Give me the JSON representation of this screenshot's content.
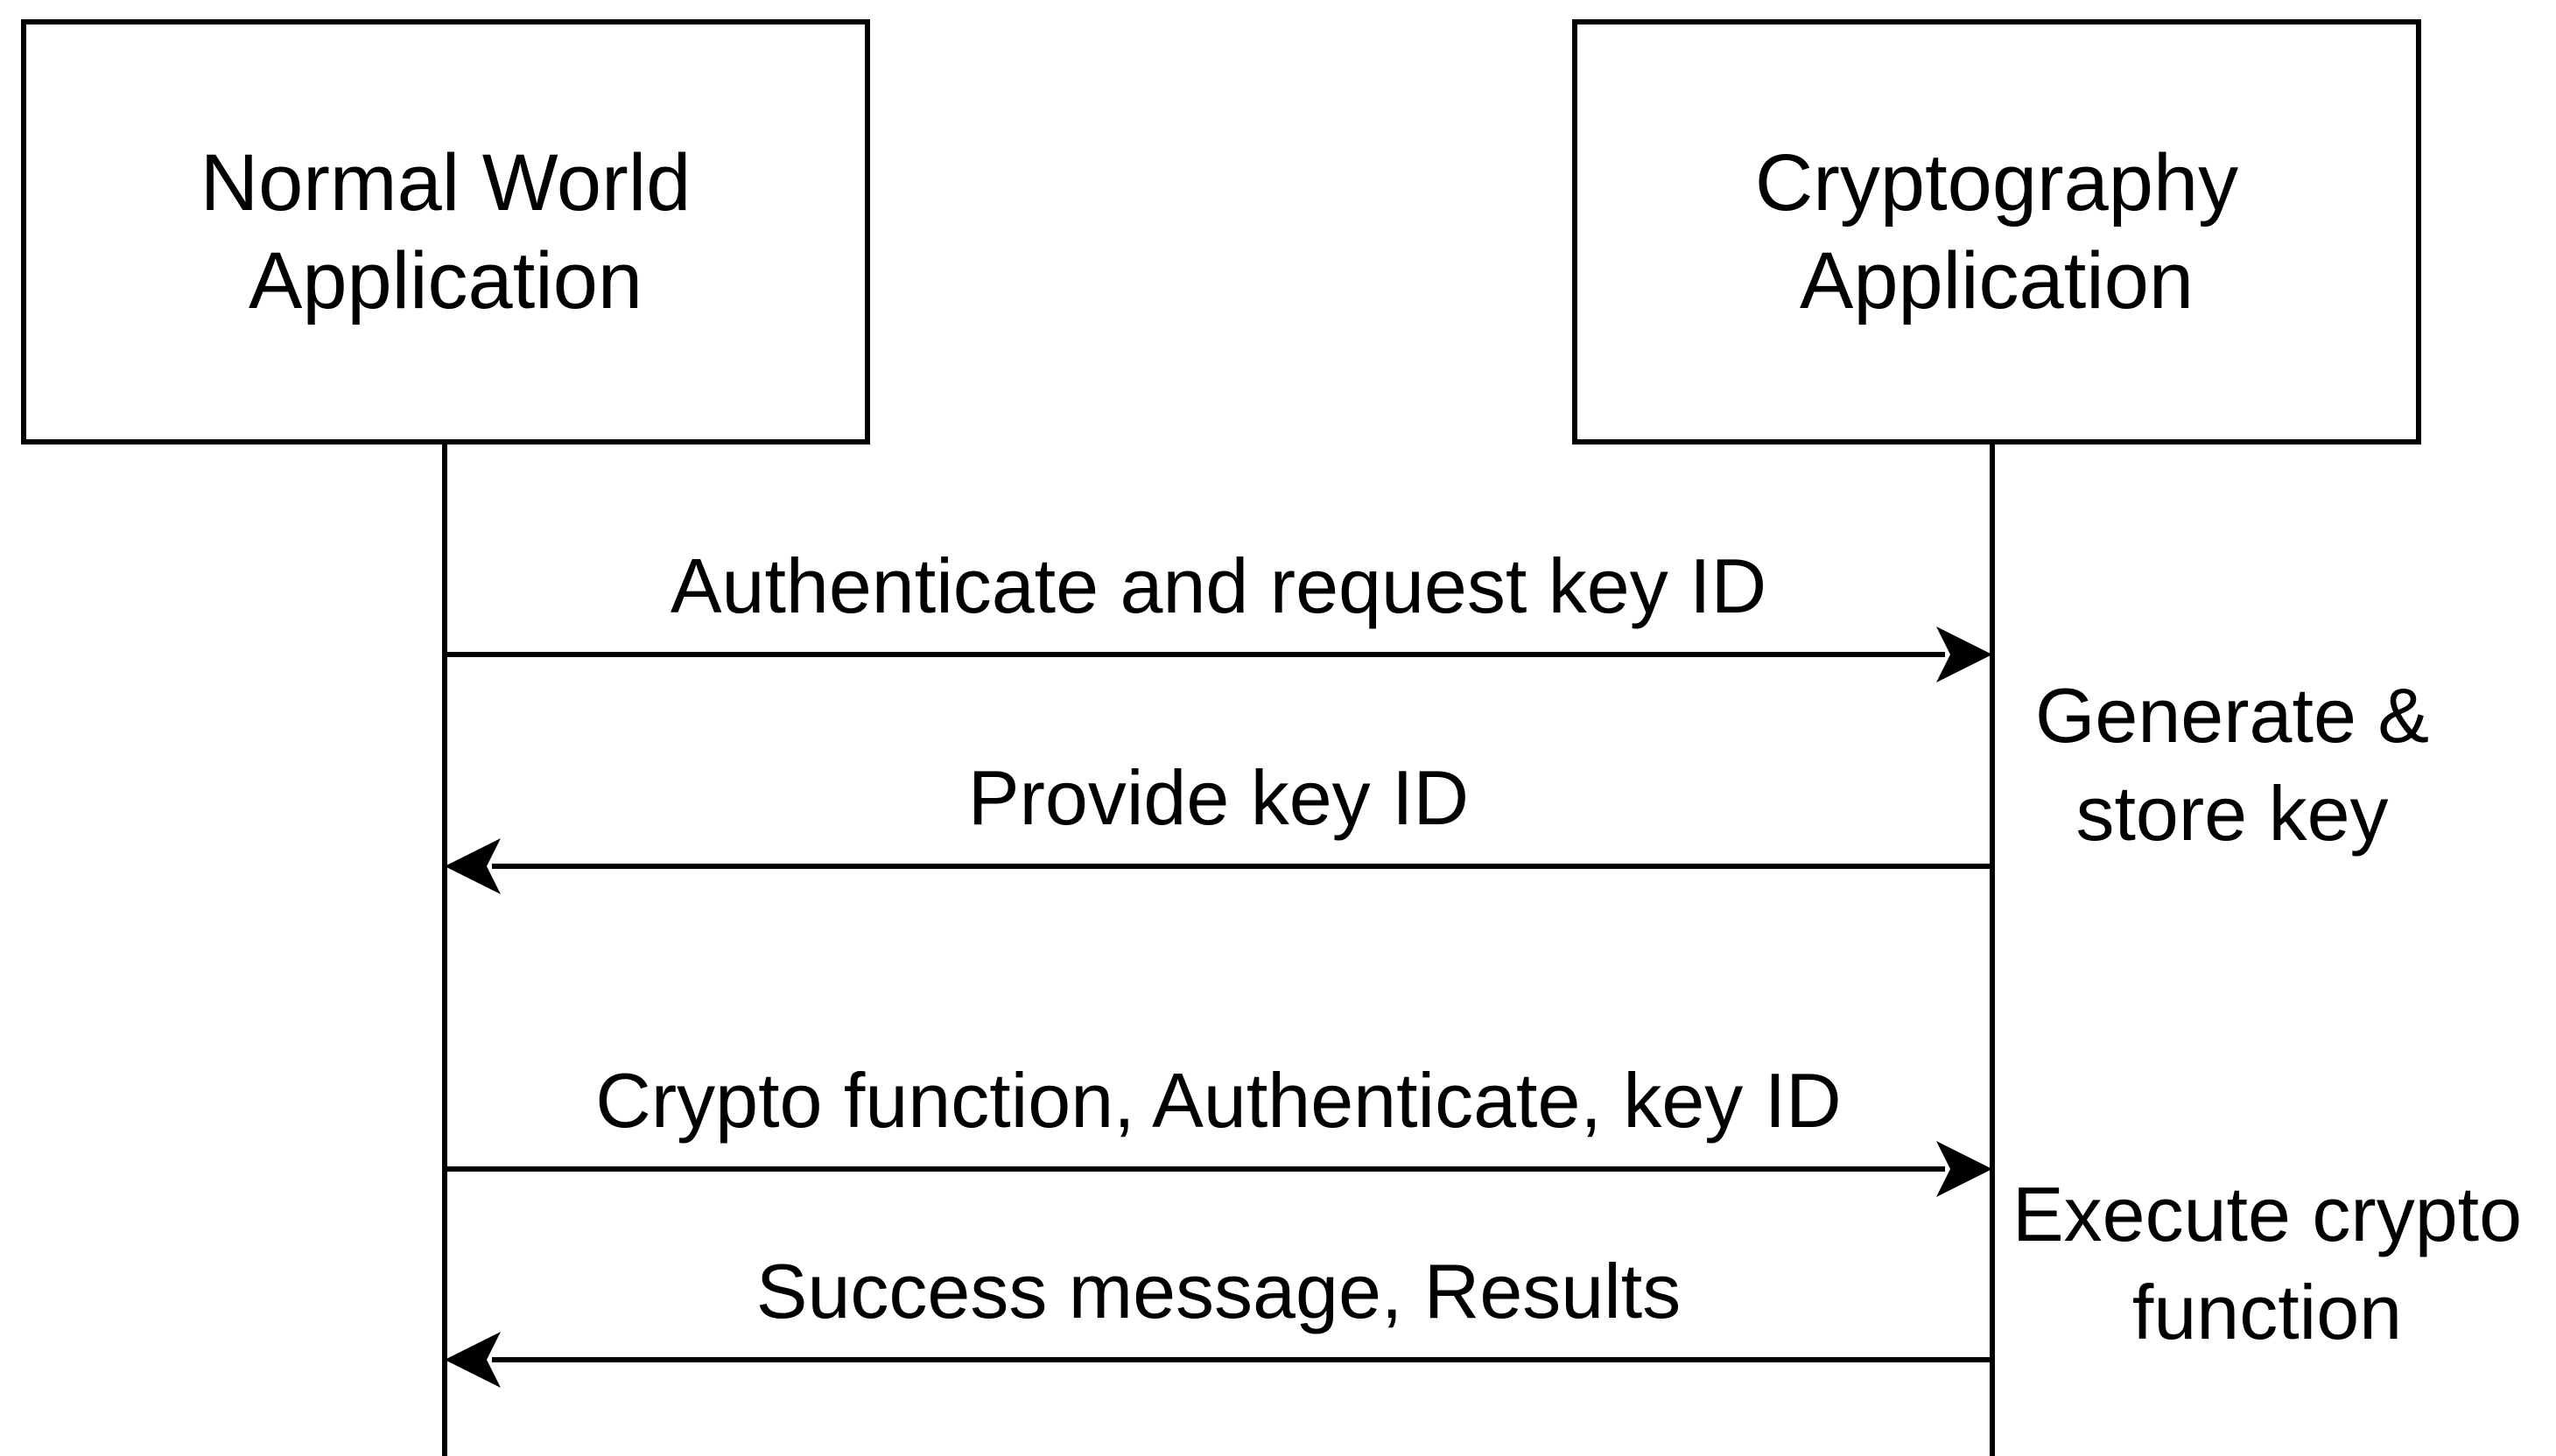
{
  "participants": {
    "left": {
      "line1": "Normal World",
      "line2": "Application"
    },
    "right": {
      "line1": "Cryptography",
      "line2": "Application"
    }
  },
  "messages": [
    {
      "label": "Authenticate and request key ID",
      "direction": "right"
    },
    {
      "label": "Provide key ID",
      "direction": "left"
    },
    {
      "label": "Crypto function, Authenticate, key ID",
      "direction": "right"
    },
    {
      "label": "Success message, Results",
      "direction": "left"
    }
  ],
  "notes": {
    "generate": {
      "line1": "Generate &",
      "line2": "store key"
    },
    "execute": {
      "line1": "Execute crypto",
      "line2": "function"
    }
  },
  "colors": {
    "line": "#000000",
    "background": "#ffffff"
  }
}
